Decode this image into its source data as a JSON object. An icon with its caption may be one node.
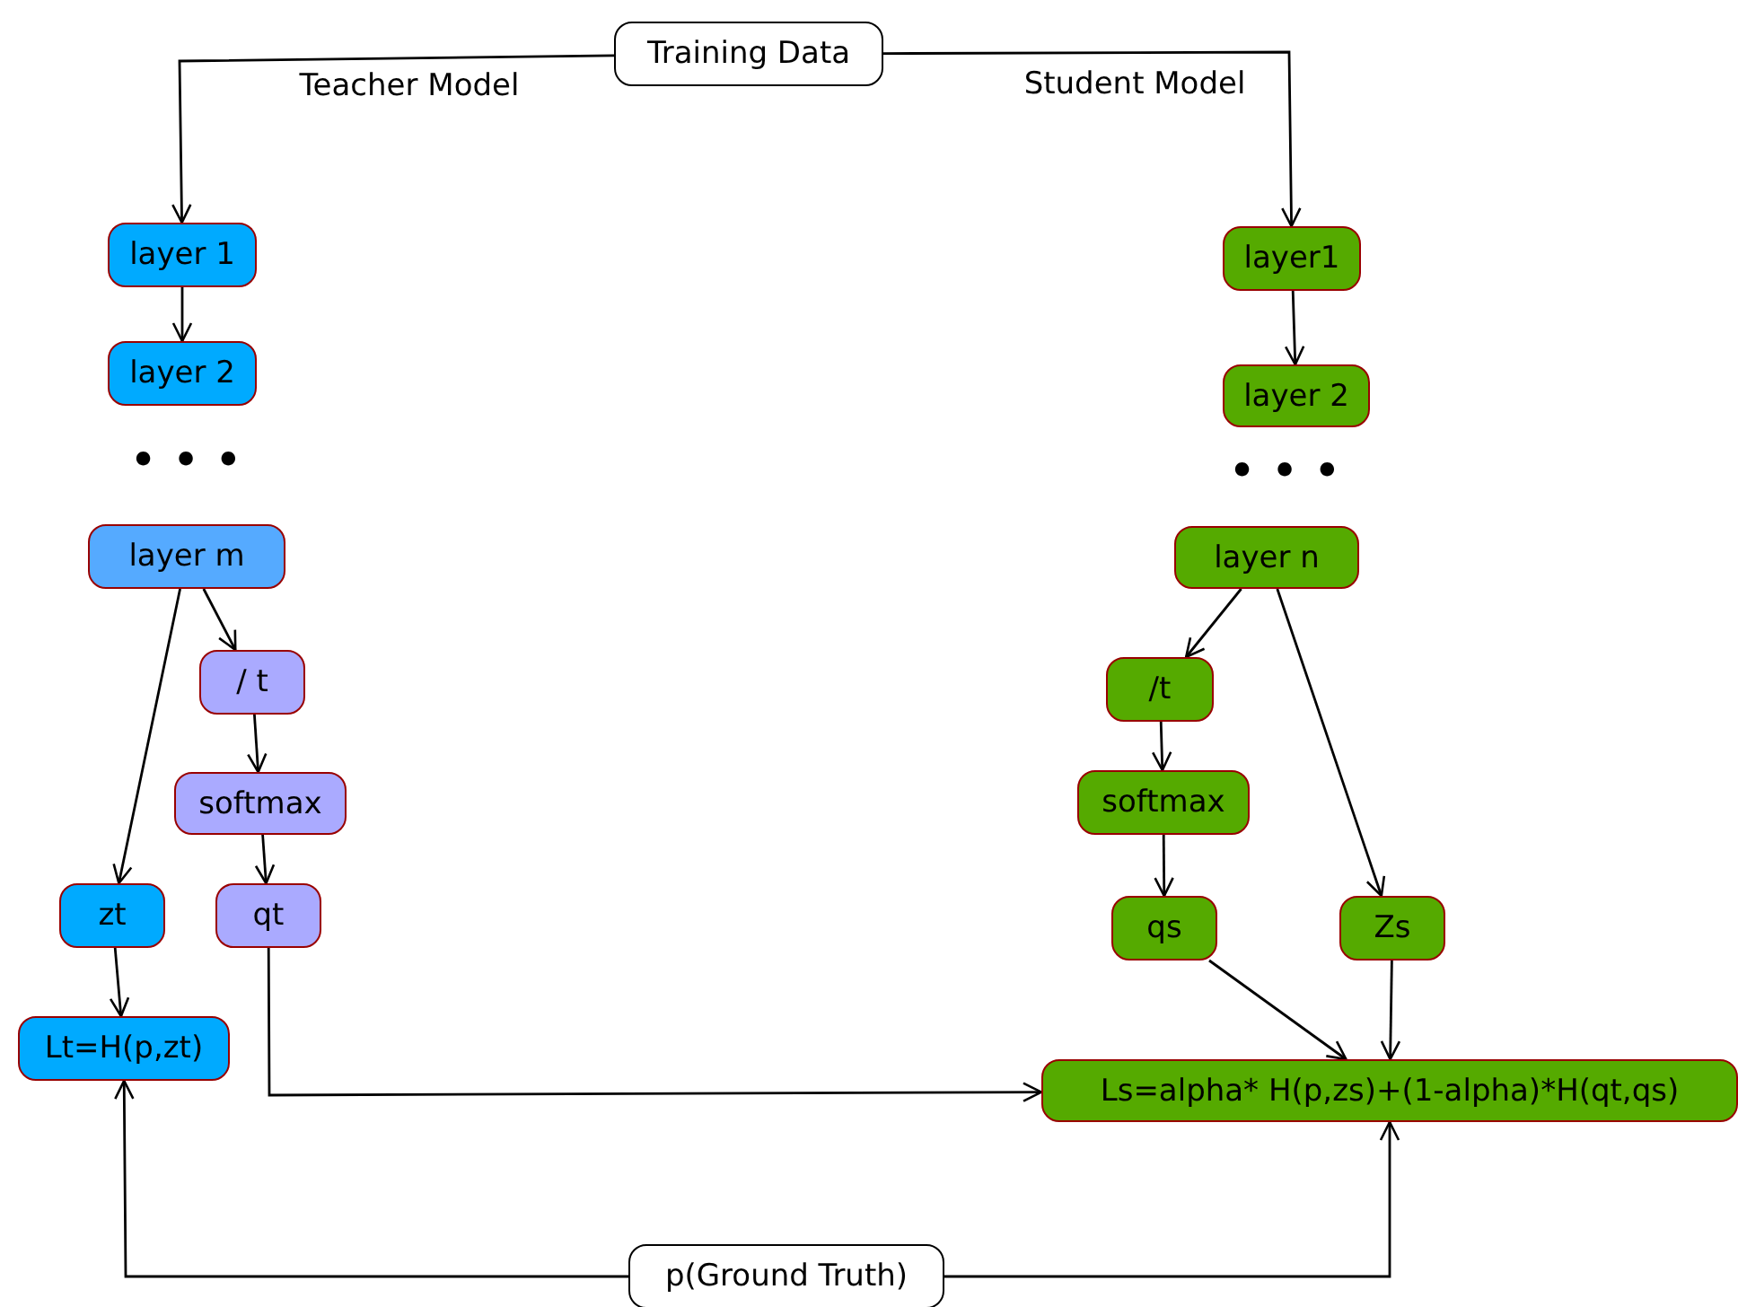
{
  "diagram": {
    "nodes": [
      {
        "text": [
          "Training Data"
        ]
      },
      {
        "text": [
          "layer 1"
        ]
      },
      {
        "text": [
          "layer 2"
        ]
      },
      {
        "text": [
          "layer m"
        ]
      },
      {
        "text": [
          "/ t"
        ]
      },
      {
        "text": [
          "softmax"
        ]
      },
      {
        "text": [
          "zt"
        ]
      },
      {
        "text": [
          "qt"
        ]
      },
      {
        "text": [
          "Lt=H(p,zt)"
        ]
      },
      {
        "text": [
          "layer1"
        ]
      },
      {
        "text": [
          "layer 2"
        ]
      },
      {
        "text": [
          "layer n"
        ]
      },
      {
        "text": [
          "/t"
        ]
      },
      {
        "text": [
          "softmax"
        ]
      },
      {
        "text": [
          "qs"
        ]
      },
      {
        "text": [
          "Zs"
        ]
      },
      {
        "text": [
          "Ls=alpha* H(p,zs)+(1-alpha)*H(qt,qs)"
        ]
      },
      {
        "text": [
          "p(Ground Truth)"
        ]
      }
    ],
    "edges": [
      {
        "from": 0,
        "to": 1,
        "arrow": "to",
        "label": "Teacher Model"
      },
      {
        "from": 1,
        "to": 2,
        "arrow": "to"
      },
      {
        "from": 3,
        "to": 4,
        "arrow": "to"
      },
      {
        "from": 3,
        "to": 6,
        "arrow": "to"
      },
      {
        "from": 4,
        "to": 5,
        "arrow": "to"
      },
      {
        "from": 5,
        "to": 7,
        "arrow": "to"
      },
      {
        "from": 6,
        "to": 8,
        "arrow": "to"
      },
      {
        "from": 7,
        "to": 16,
        "arrow": "to"
      },
      {
        "from": 17,
        "to": 8,
        "arrow": "to"
      },
      {
        "from": 0,
        "to": 9,
        "arrow": "to",
        "label": "Student Model"
      },
      {
        "from": 9,
        "to": 10,
        "arrow": "to"
      },
      {
        "from": 11,
        "to": 12,
        "arrow": "to"
      },
      {
        "from": 11,
        "to": 15,
        "arrow": "to"
      },
      {
        "from": 12,
        "to": 13,
        "arrow": "to"
      },
      {
        "from": 13,
        "to": 14,
        "arrow": "to"
      },
      {
        "from": 14,
        "to": 16,
        "arrow": "to"
      },
      {
        "from": 15,
        "to": 16,
        "arrow": "to"
      },
      {
        "from": 17,
        "to": 16,
        "arrow": "to"
      }
    ],
    "labels": [
      "• • •",
      "• • •"
    ]
  }
}
